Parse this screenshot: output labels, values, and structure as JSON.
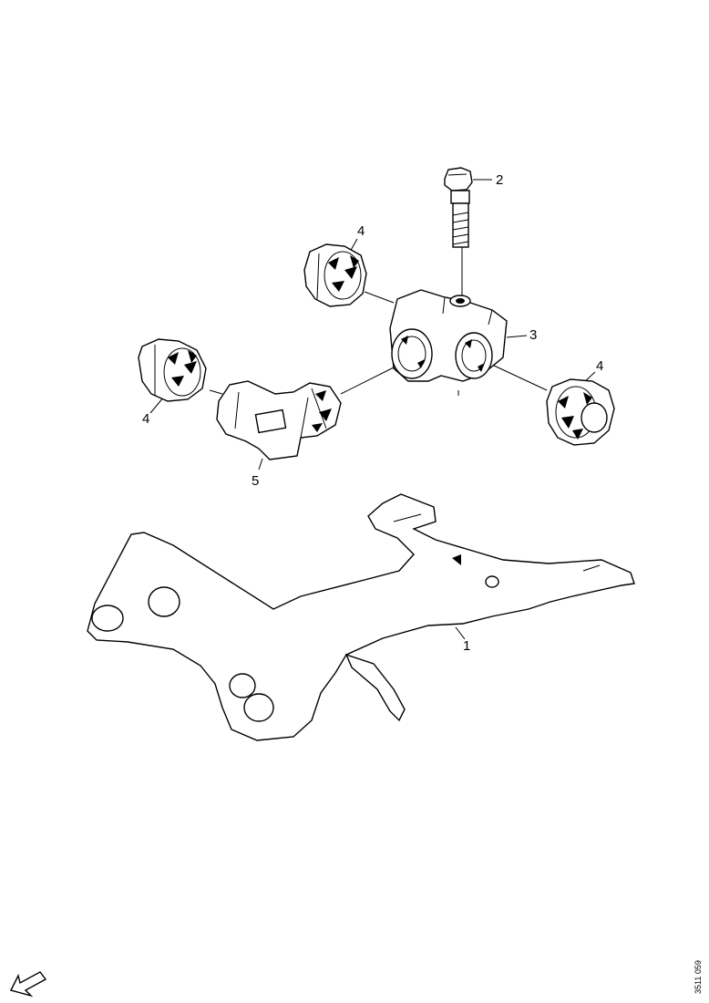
{
  "diagram": {
    "callouts": {
      "bracket": "1",
      "bolt": "2",
      "tee_connector": "3",
      "plug_top": "4",
      "plug_left": "4",
      "plug_right": "4",
      "elbow_connector": "5"
    },
    "reference_code": "3511 059"
  },
  "icons": {
    "orientation": "arrow-icon"
  }
}
